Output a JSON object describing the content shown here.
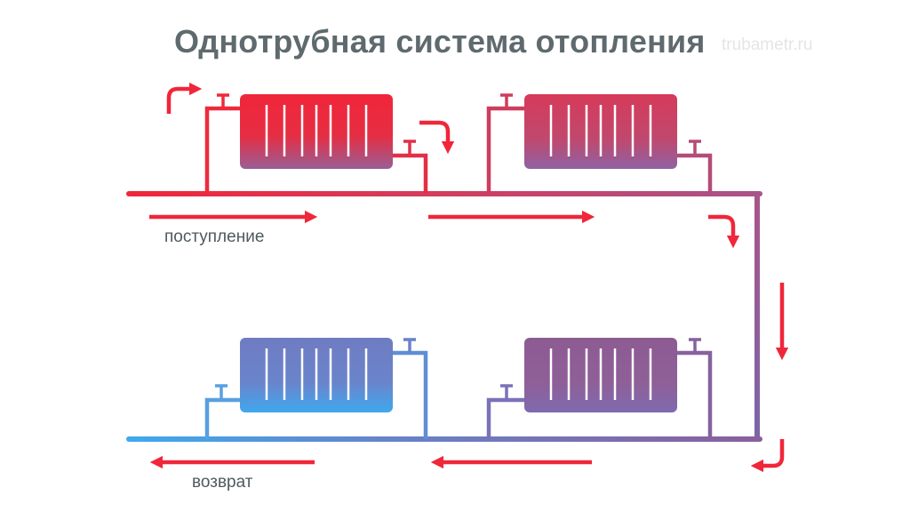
{
  "title": "Однотрубная система отопления",
  "watermark": "trubametr.ru",
  "labels": {
    "supply": "поступление",
    "return": "возврат"
  },
  "colors": {
    "hot": "#f0263a",
    "warm": "#c54a6e",
    "mid": "#9a5b8c",
    "cool": "#6a82c8",
    "cold": "#42a6ea",
    "arrow": "#f0263a",
    "text": "#5f6a6e"
  }
}
